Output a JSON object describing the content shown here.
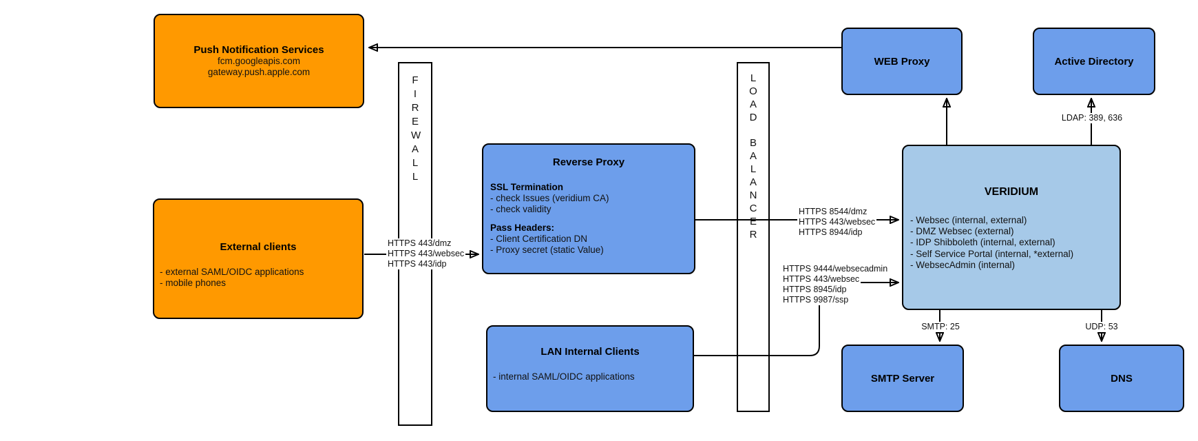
{
  "diagram": {
    "nodes": {
      "push": {
        "title": "Push Notification Services",
        "lines": [
          "fcm.googleapis.com",
          "gateway.push.apple.com"
        ]
      },
      "external": {
        "title": "External clients",
        "items": [
          "- external SAML/OIDC applications",
          "- mobile phones"
        ]
      },
      "firewall": {
        "label": "FIREWALL"
      },
      "reverse_proxy": {
        "title": "Reverse Proxy",
        "section1_heading": "SSL Termination",
        "section1_items": [
          "- check Issues (veridium CA)",
          "- check validity"
        ],
        "section2_heading": "Pass Headers:",
        "section2_items": [
          "- Client Certification DN",
          "- Proxy secret (static Value)"
        ]
      },
      "lan": {
        "title": "LAN Internal Clients",
        "items": [
          "- internal SAML/OIDC applications"
        ]
      },
      "load_balancer": {
        "label_top": "LOAD",
        "label_bottom": "BALANCER"
      },
      "web_proxy": {
        "title": "WEB Proxy"
      },
      "active_directory": {
        "title": "Active Directory"
      },
      "veridium": {
        "title": "VERIDIUM",
        "items": [
          "- Websec (internal, external)",
          "- DMZ Websec (external)",
          "- IDP Shibboleth (internal, external)",
          "- Self Service Portal (internal, *external)",
          "- WebsecAdmin (internal)"
        ]
      },
      "smtp": {
        "title": "SMTP Server"
      },
      "dns": {
        "title": "DNS"
      }
    },
    "edge_labels": {
      "ext_to_rp": [
        "HTTPS 443/dmz",
        "HTTPS 443/websec",
        "HTTPS 443/idp"
      ],
      "lb_to_veridium": [
        "HTTPS 8544/dmz",
        "HTTPS 443/websec",
        "HTTPS 8944/idp"
      ],
      "lan_to_veridium": [
        "HTTPS 9444/websecadmin",
        "HTTPS 443/websec",
        "HTTPS 8945/idp",
        "HTTPS 9987/ssp"
      ],
      "ldap": "LDAP: 389, 636",
      "smtp": "SMTP: 25",
      "udp": "UDP: 53"
    },
    "colors": {
      "orange": "#ff9900",
      "blue": "#6d9eeb",
      "light_blue": "#a6c9e8",
      "line": "#000000"
    }
  }
}
